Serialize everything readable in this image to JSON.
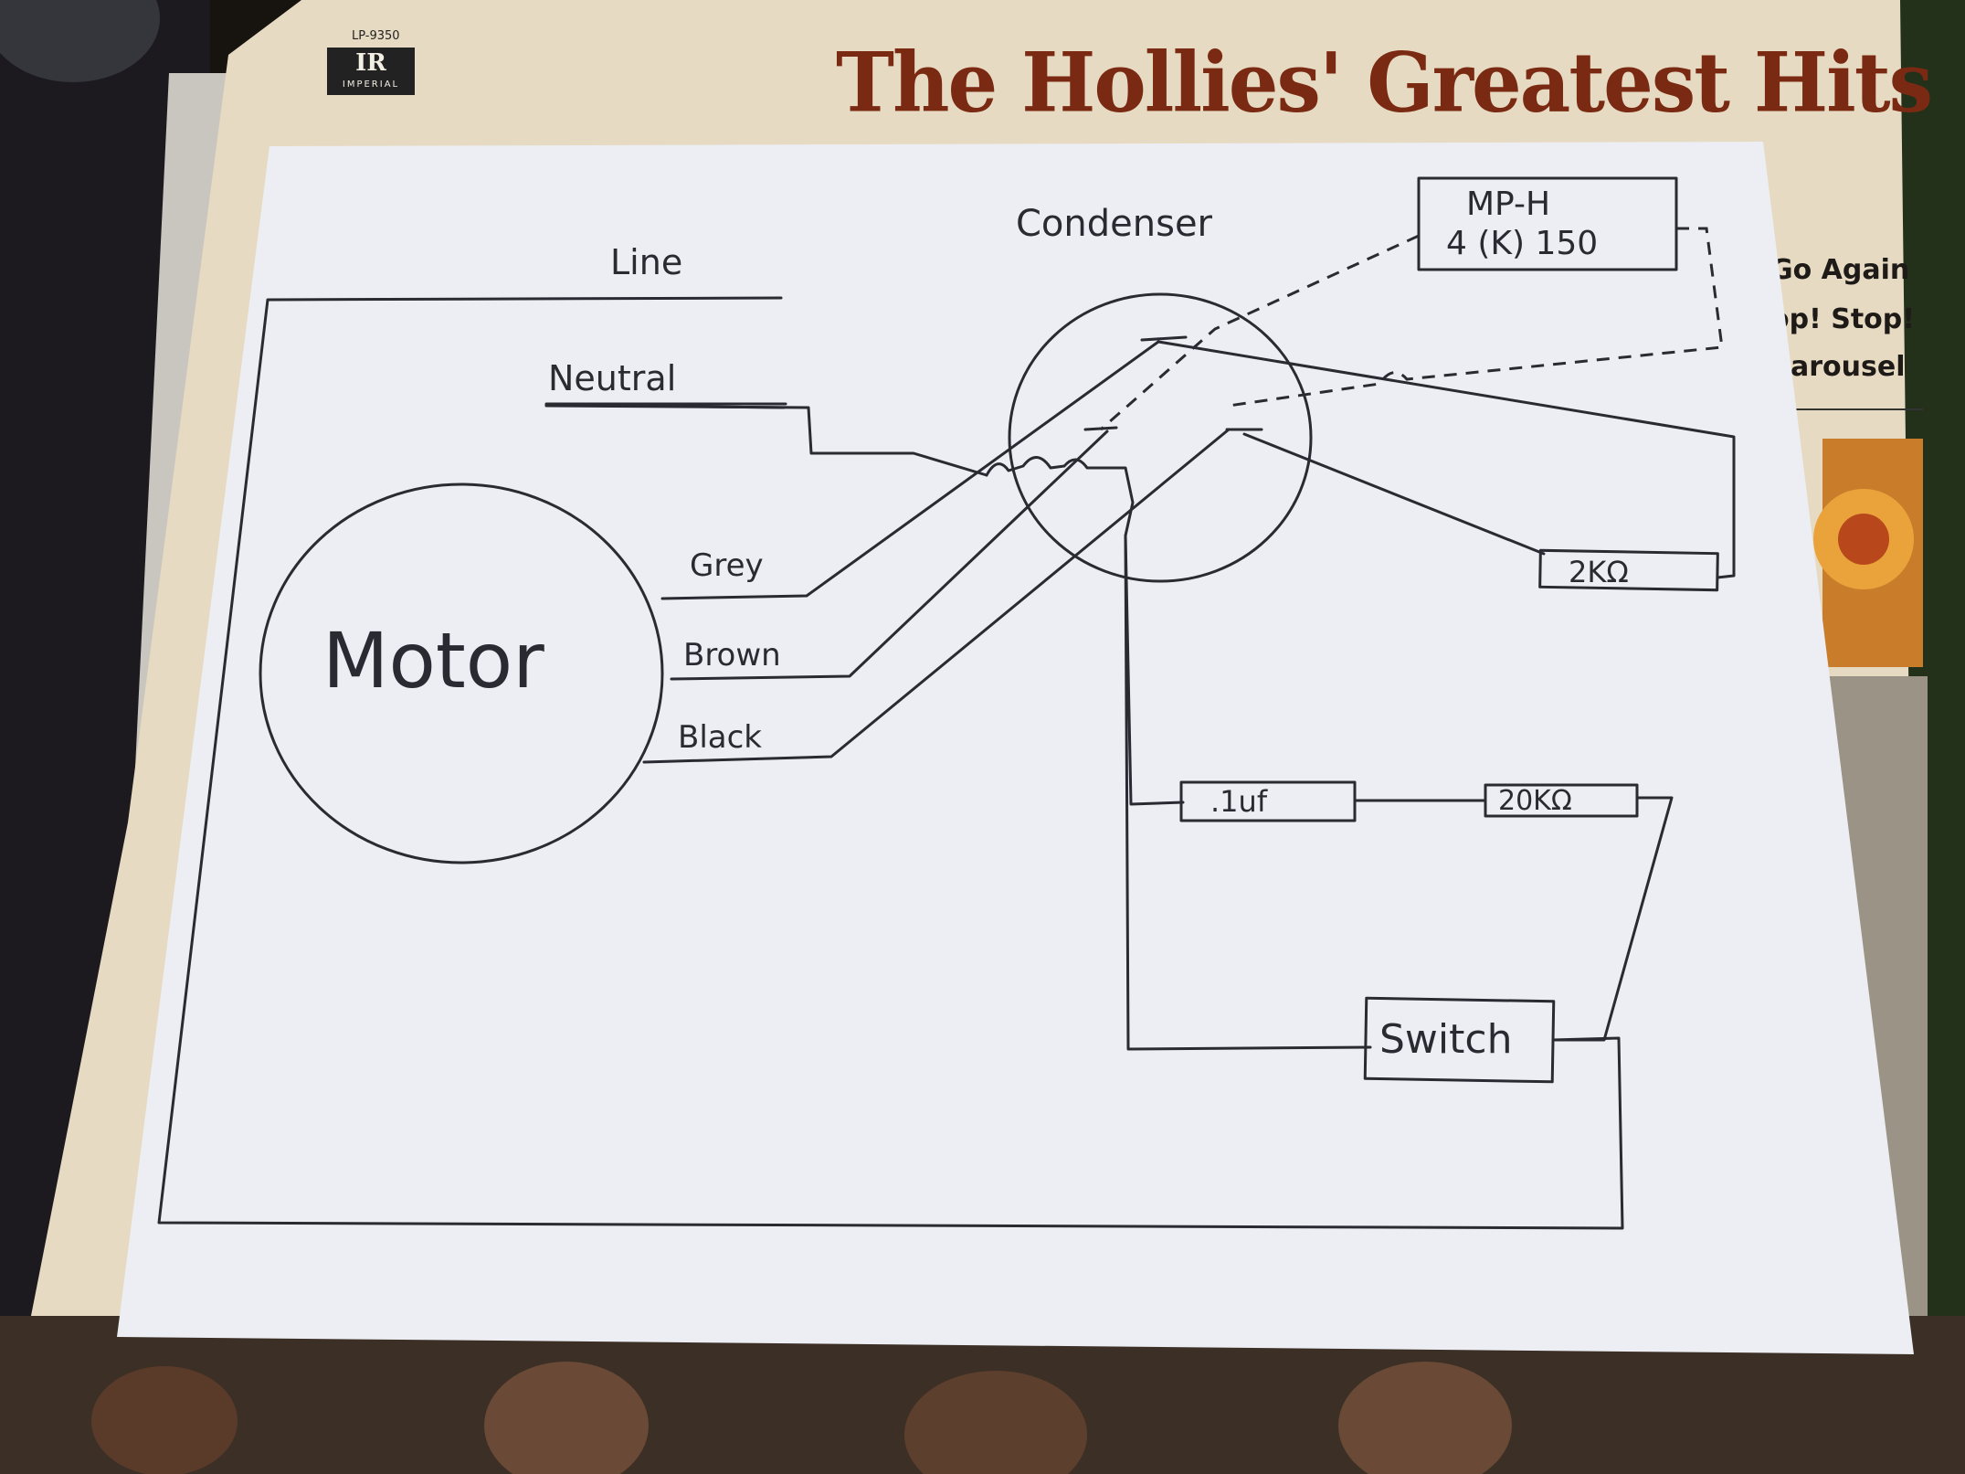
{
  "album": {
    "catalog": "LP-9350",
    "logo": "IR",
    "logo_sub": "IMPERIAL",
    "title": "The Hollies' Greatest Hits",
    "tracks": [
      "Go Again",
      "op! Stop!",
      "Carousel"
    ]
  },
  "diagram": {
    "labels": {
      "line": "Line",
      "neutral": "Neutral",
      "condenser": "Condenser",
      "motor": "Motor",
      "grey": "Grey",
      "brown": "Brown",
      "black": "Black",
      "mp_line1": "MP-H",
      "mp_line2": "4 (K) 150",
      "r2k": "2KΩ",
      "cap": ".1uf",
      "r20k": "20KΩ",
      "switch": "Switch"
    }
  },
  "colors": {
    "ink": "#2a2a32",
    "paper": "#eceef3",
    "album_cream": "#e9dcc4",
    "album_title": "#7a2a12"
  }
}
